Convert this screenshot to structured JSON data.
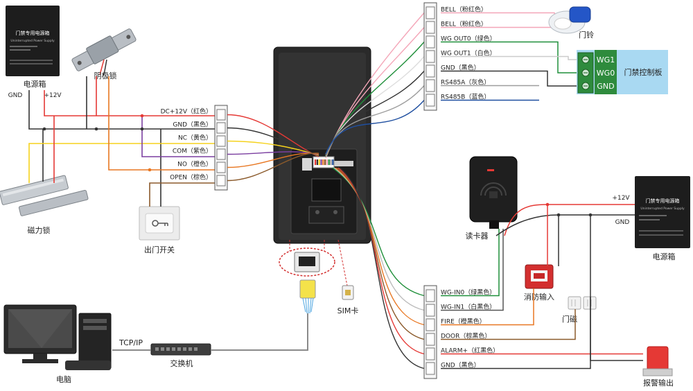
{
  "colors": {
    "red": "#e53935",
    "black": "#333333",
    "yellow": "#f5d21c",
    "purple": "#7b3fa0",
    "orange": "#e87722",
    "brown": "#8b5a2b",
    "green": "#1f8f3a",
    "pink": "#f4a6b8",
    "gray": "#9e9e9e",
    "blue": "#1f4fa0",
    "board_blue": "#a9d9f2",
    "board_green": "#2e8b3d"
  },
  "left_terminal": {
    "labels": [
      "DC+12V（红色）",
      "GND（黑色）",
      "NC（黄色）",
      "COM（紫色）",
      "NO（橙色）",
      "OPEN（棕色）"
    ]
  },
  "top_right_terminal": {
    "labels": [
      "BELL（粉红色）",
      "BELL（粉红色）",
      "WG OUT0（绿色）",
      "WG OUT1（白色）",
      "GND（黑色）",
      "RS485A（灰色）",
      "RS485B（蓝色）"
    ]
  },
  "bottom_right_terminal": {
    "labels": [
      "WG-IN0（绿黑色）",
      "WG-IN1（白黑色）",
      "FIRE（橙黑色）",
      "DOOR（棕黑色）",
      "ALARM+（红黑色）",
      "GND（黑色）"
    ]
  },
  "devices": {
    "power_box_left": "电源箱",
    "strike_lock": "阴极锁",
    "mag_lock": "磁力锁",
    "exit_button": "出门开关",
    "doorbell": "门铃",
    "controller": "门禁控制板",
    "card_reader": "读卡器",
    "fire_input": "消防输入",
    "door_contact": "门磁",
    "power_box_right": "电源箱",
    "alarm": "报警输出",
    "computer": "电脑",
    "switch": "交换机",
    "sim": "SIM卡"
  },
  "controller_pins": [
    "WG1",
    "WG0",
    "GND"
  ],
  "labels": {
    "gnd_left": "GND",
    "v12_left": "+12V",
    "v12_right": "+12V",
    "gnd_right": "GND",
    "tcpip": "TCP/IP"
  },
  "power_box_text": {
    "title": "门禁专用电源箱",
    "subtitle": "Uninterrupted Power Supply"
  }
}
